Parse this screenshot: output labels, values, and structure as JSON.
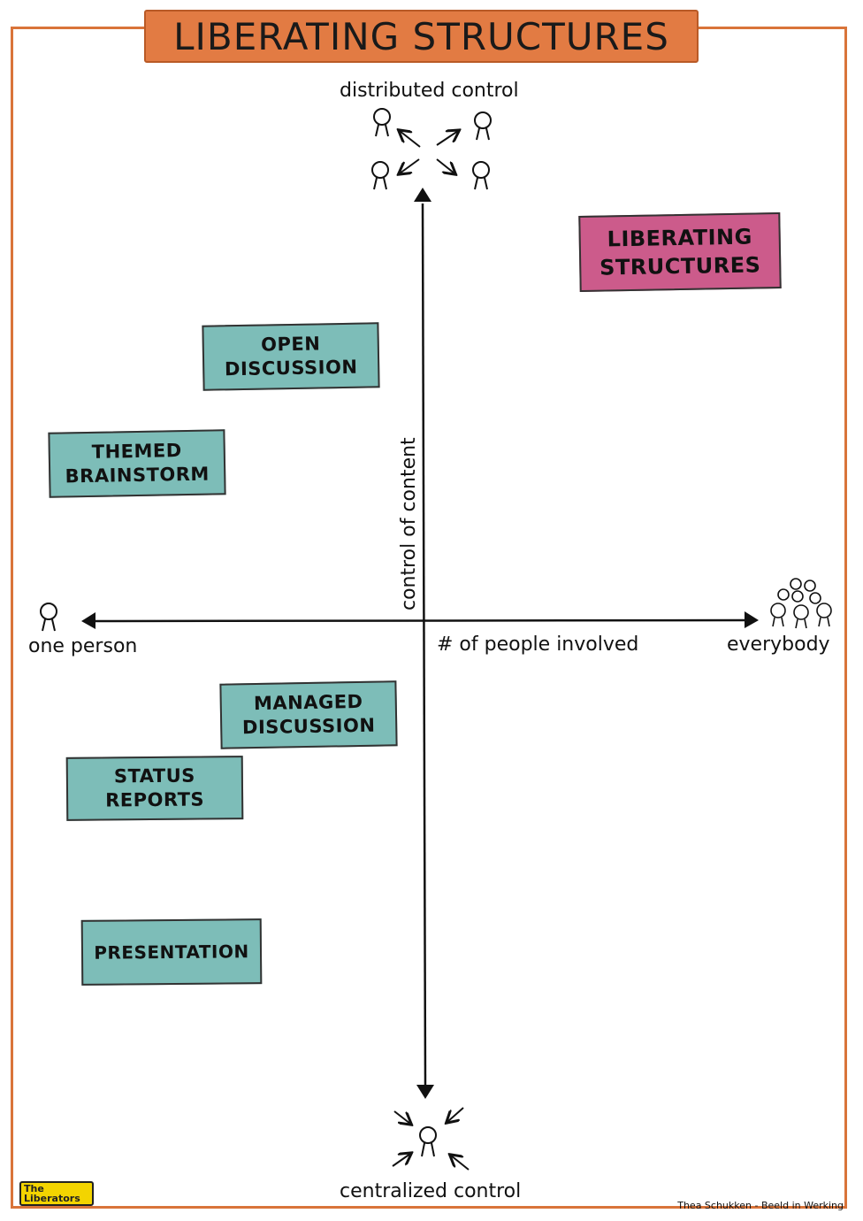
{
  "title": "LIBERATING STRUCTURES",
  "axes": {
    "top": "distributed control",
    "bottom": "centralized control",
    "left": "one person",
    "right": "everybody",
    "vertical": "control of content",
    "horizontal": "# of people involved"
  },
  "boxes": {
    "liberating": [
      "LIBERATING",
      "STRUCTURES"
    ],
    "open_discussion": [
      "OPEN",
      "DISCUSSION"
    ],
    "themed_brainstorm": [
      "THEMED",
      "BRAINSTORM"
    ],
    "managed_discussion": [
      "MANAGED",
      "DISCUSSION"
    ],
    "status_reports": [
      "STATUS",
      "REPORTS"
    ],
    "presentation": [
      "PRESENTATION"
    ]
  },
  "colors": {
    "frame": "#d9743a",
    "banner": "#e27b43",
    "teal_box": "#7dbdb8",
    "pink_box": "#cc5b8b"
  },
  "logo": [
    "The",
    "Liberators"
  ],
  "credit": "Thea Schukken - Beeld in Werking"
}
